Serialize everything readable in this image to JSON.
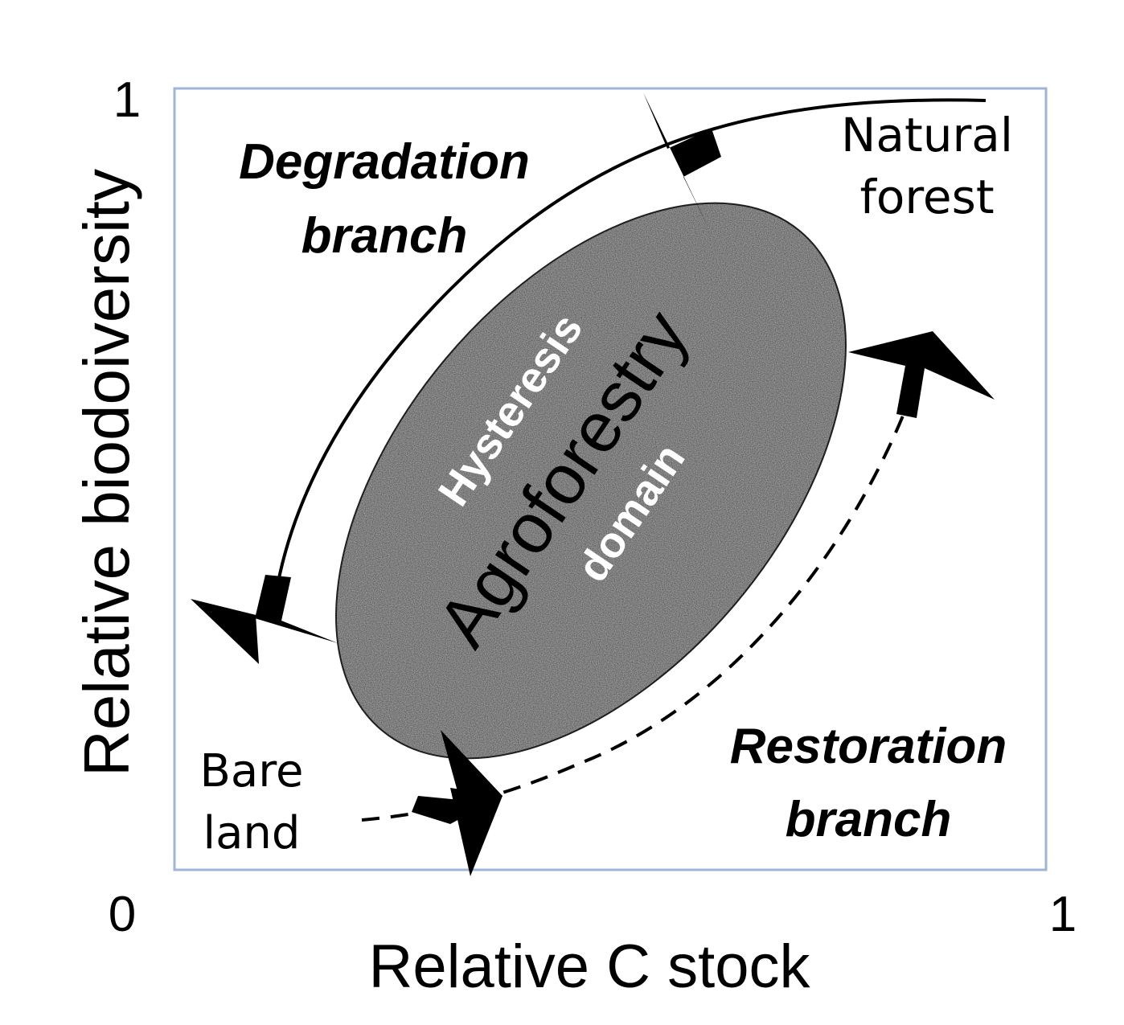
{
  "axes": {
    "y_label": "Relative biodoiversity",
    "x_label": "Relative C stock",
    "y_max_tick": "1",
    "origin_tick": "0",
    "x_max_tick": "1"
  },
  "branches": {
    "degradation_line1": "Degradation",
    "degradation_line2": "branch",
    "restoration_line1": "Restoration",
    "restoration_line2": "branch"
  },
  "endpoints": {
    "natural_line1": "Natural",
    "natural_line2": "forest",
    "bare_line1": "Bare",
    "bare_line2": "land"
  },
  "domain": {
    "main": "Agroforestry",
    "sub1": "Hysteresis",
    "sub2": "domain"
  },
  "colors": {
    "frame": "#9fb4d6",
    "ellipse_fill": "#a8a8a8",
    "ink": "#000000",
    "domain_sub_text": "#ffffff"
  }
}
